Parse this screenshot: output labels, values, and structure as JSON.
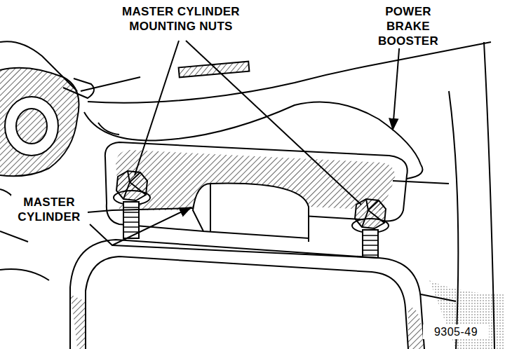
{
  "diagram": {
    "labels": [
      "MASTER CYLINDER MOUNTING NUTS",
      "POWER BRAKE BOOSTER",
      "MASTER CYLINDER",
      "9305-49"
    ]
  }
}
